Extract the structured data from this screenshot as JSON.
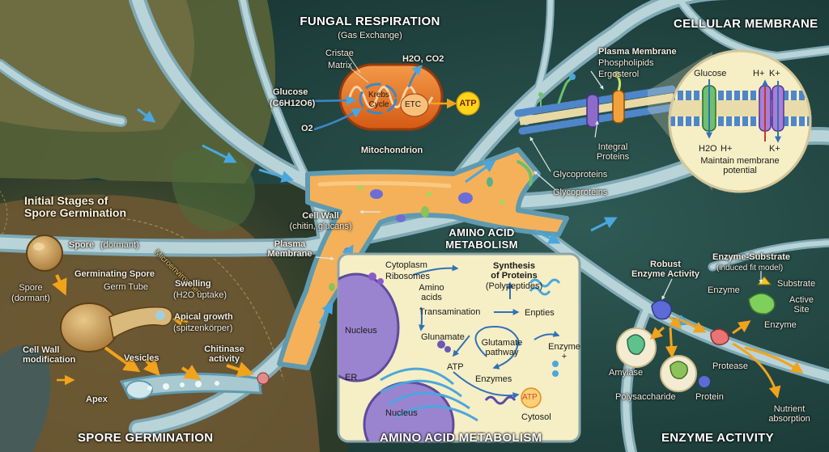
{
  "panels": {
    "respiration": {
      "title": "FUNGAL RESPIRATION",
      "subtitle": "(Gas Exchange)",
      "cristae": "Cristae",
      "matrix": "Matrix",
      "glucose": "Glucose",
      "glucose_formula": "(C6H12O6)",
      "krebs": "Krebs\nCycle",
      "etc": "ETC",
      "products": "H2O, CO2",
      "atp": "ATP",
      "oxygen": "O2",
      "mitochondrion": "Mitochondrion"
    },
    "membrane": {
      "title": "CELLULAR MEMBRANE",
      "plasma_membrane": "Plasma Membrane",
      "phospholipids": "Phospholipids",
      "ergosterol": "Ergosterol",
      "integral_proteins": "Integral\nProteins",
      "glycoproteins_1": "Glycoproteins",
      "glycoproteins_2": "Glycoproteins",
      "inset_glucose": "Glucose",
      "inset_h": "H+",
      "inset_k": "K+",
      "inset_h2o": "H2O",
      "inset_h2": "H+",
      "inset_k2": "K+",
      "inset_caption": "Maintain membrane\npotential"
    },
    "hypha": {
      "cell_wall": "Cell Wall",
      "cell_wall_detail": "(chitin, glucans)",
      "plasma_membrane": "Plasma\nMembrane"
    },
    "spore": {
      "stage_title": "Initial Stages of\nSpore Germination",
      "microenvironment": "Microenvironment",
      "spore_top": "Spore",
      "spore_top_state": "(dormant)",
      "spore_left": "Spore",
      "spore_left_state": "(dormant)",
      "germinating_spore": "Germinating Spore",
      "germ_tube": "Germ Tube",
      "swelling": "Swelling",
      "swelling_detail": "(H2O uptake)",
      "apical_growth": "Apical growth",
      "apical_detail": "(spitzenkörper)",
      "cell_wall_mod": "Cell Wall\nmodification",
      "vesicles": "Vesicles",
      "chitinase": "Chitinase\nactivity",
      "apex": "Apex",
      "footer": "SPORE GERMINATION"
    },
    "amino": {
      "title": "AMINO ACID\nMETABOLISM",
      "cytoplasm": "Cytoplasm",
      "ribosomes": "Ribosomes",
      "synthesis": "Synthesis\nof Proteins",
      "synthesis_detail": "(Polypeptides)",
      "amino_acids": "Amino\nacids",
      "transamination": "Transamination",
      "enpties": "Enpties",
      "glunamate": "Glunamate",
      "glutamate_pathway": "Glutamate\npathway",
      "enzyme_plus": "Enzyme\n+",
      "nucleus_1": "Nucleus",
      "er": "ER",
      "atp_1": "ATP",
      "enzymes": "Enzymes",
      "atp_2": "ATP",
      "cytosol": "Cytosol",
      "nucleus_2": "Nucleus",
      "footer": "AMINO ACID METABOLISM"
    },
    "enzyme": {
      "robust": "Robust\nEnzyme Activity",
      "es_title": "Enzyme-Substrate",
      "es_detail": "(induced fit model)",
      "enzyme_1": "Enzyme",
      "substrate": "Substrate",
      "active_site": "Active\nSite",
      "enzyme_2": "Enzyme",
      "amylase": "Amylase",
      "protease": "Protease",
      "polysaccharide": "Polysaccharide",
      "protein": "Protein",
      "nutrient": "Nutrient\nabsorption",
      "footer": "ENZYME ACTIVITY"
    }
  },
  "colors": {
    "hypha_outer": "#7fa9b5",
    "hypha_inner": "#b9d4d8",
    "hypha_highlight": "#e9901f",
    "mito_orange": "#e8721e",
    "parchment": "#f6eec5",
    "background": "#1d3a36",
    "arrow_orange": "#f2a31c",
    "arrow_blue": "#4aa7de"
  },
  "icons": [
    "mitochondrion-icon",
    "atp-badge-icon",
    "membrane-bilayer-icon",
    "ion-channel-icon",
    "spore-icon",
    "nucleus-icon",
    "enzyme-icon"
  ]
}
